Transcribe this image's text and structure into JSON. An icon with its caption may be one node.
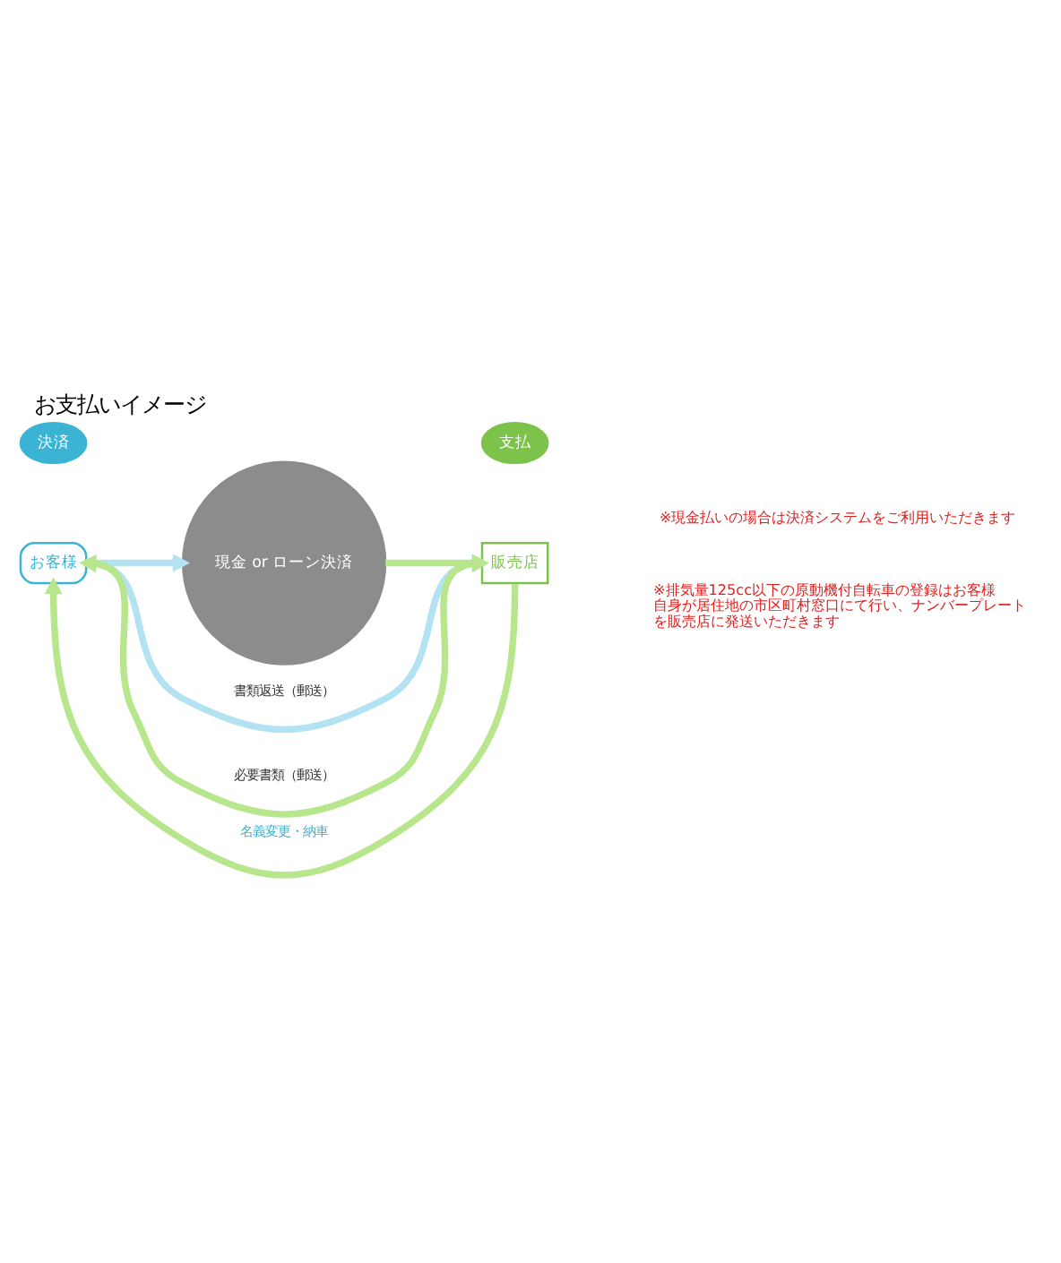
{
  "diagram": {
    "title": "お支払いイメージ",
    "nodes": [
      {
        "text": [
          "お客様"
        ]
      },
      {
        "text": [
          "決済"
        ]
      },
      {
        "text": [
          "現金 or ローン決済"
        ]
      },
      {
        "text": [
          "支払"
        ]
      },
      {
        "text": [
          "販売店"
        ]
      }
    ],
    "edges": [
      {
        "from": 0,
        "to": 2,
        "arrow": "to",
        "color": "#b3e3f2"
      },
      {
        "from": 2,
        "to": 4,
        "arrow": "to"
      },
      {
        "from": 4,
        "to": 0,
        "arrow": "to",
        "label": "必要書類（郵送）"
      },
      {
        "from": 0,
        "to": 4,
        "arrow": "to",
        "label": "書類返送（郵送）",
        "color": "#b3e3f2"
      },
      {
        "from": 4,
        "to": 0,
        "arrow": "to",
        "label": "名義変更・納車"
      }
    ],
    "labels": [
      "※現金払いの場合は決済システムをご利用いただきます",
      "※排気量125cc以下の原動機付自転車の登録はお客様自身が居住地の市区町村窓口にて行い、ナンバープレートを販売店に発送いただきます"
    ]
  }
}
